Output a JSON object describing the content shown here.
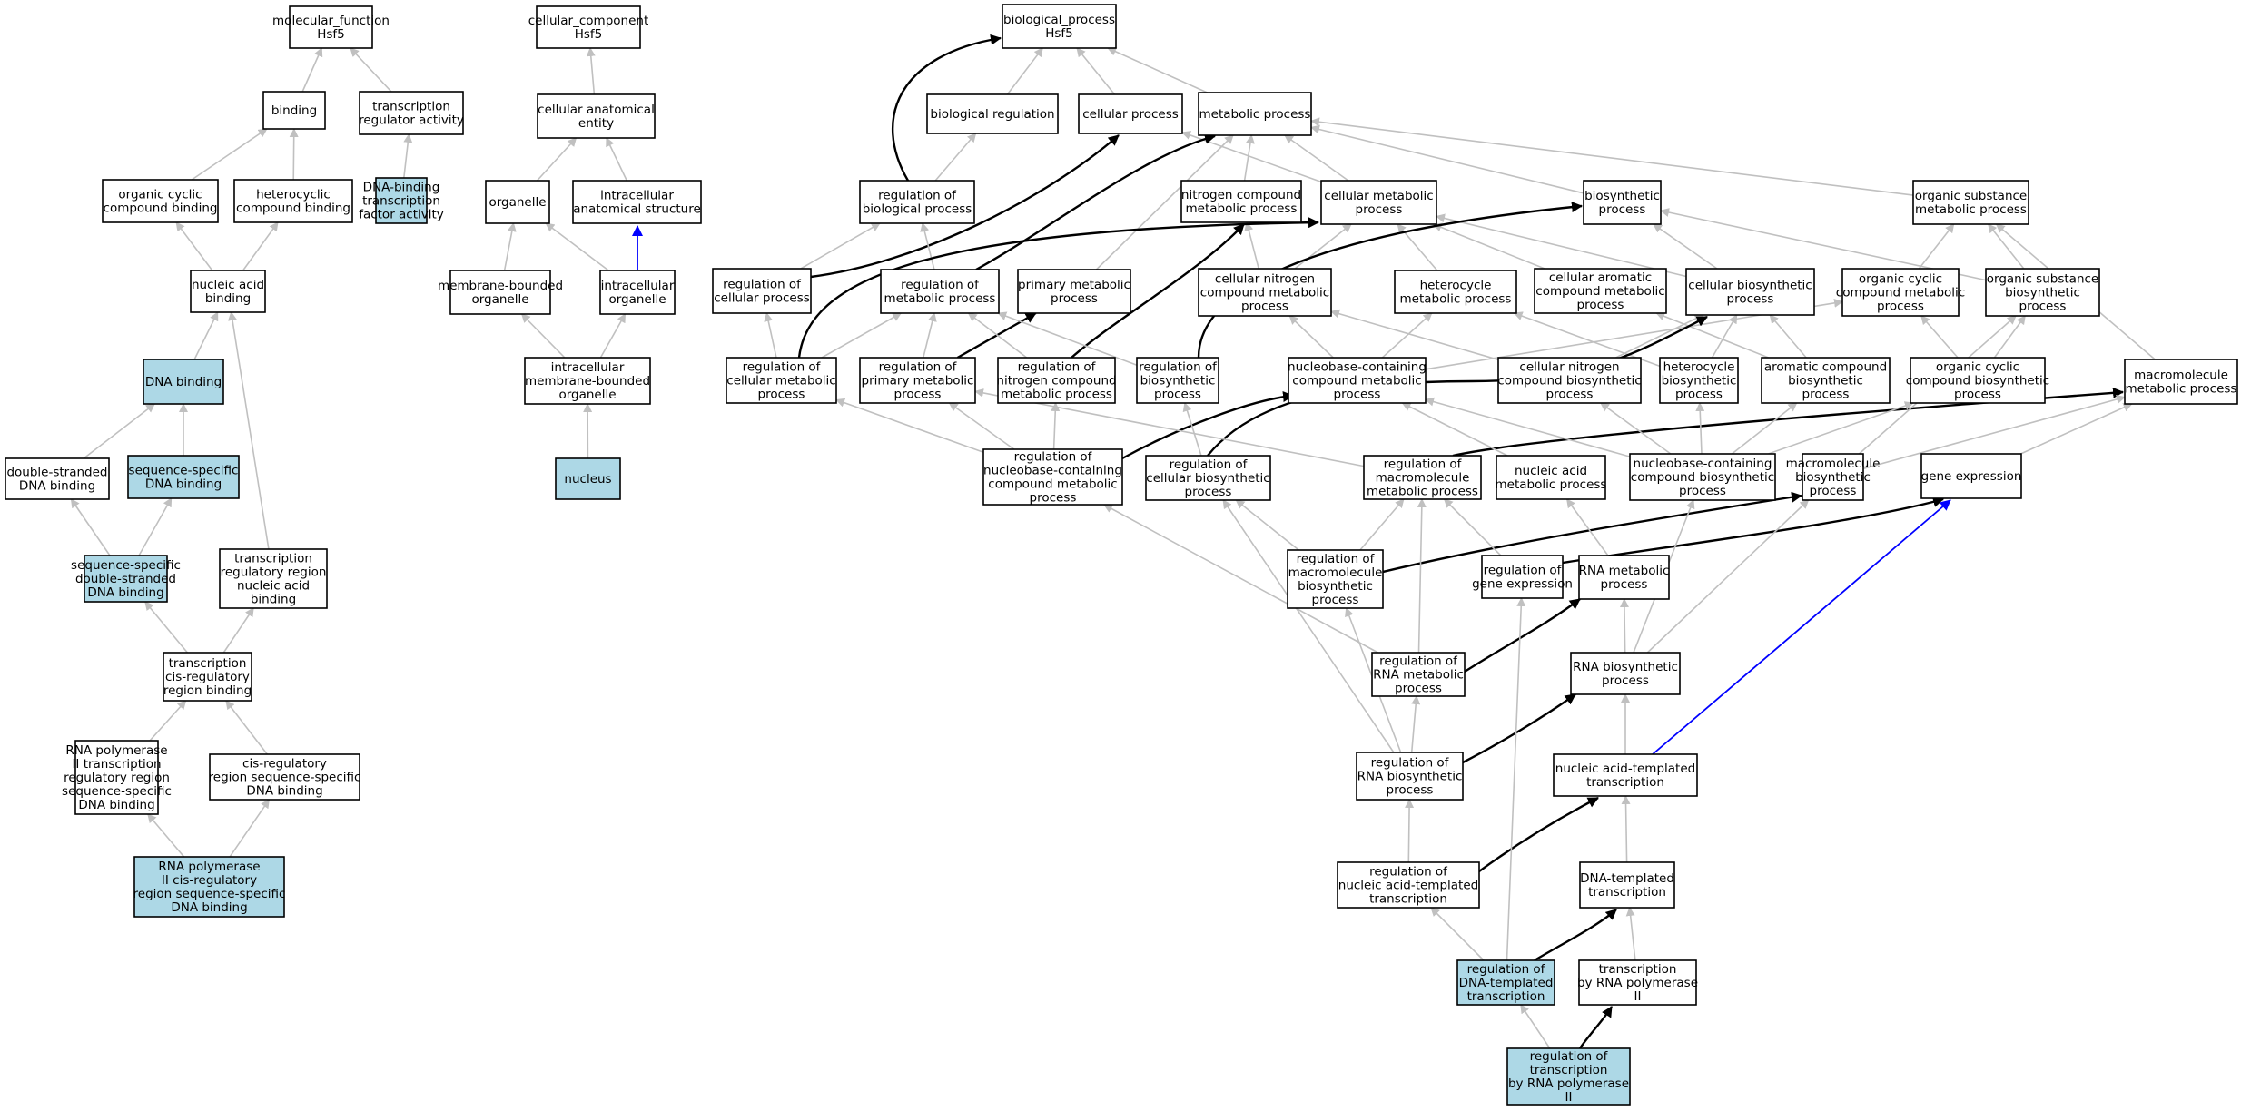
{
  "colors": {
    "highlight_fill": "#add8e6",
    "node_fill": "#ffffff",
    "edge_grey": "#c0c0c0",
    "edge_black": "#000000",
    "edge_blue": "#0000ff"
  },
  "nodes": [
    {
      "id": "mf",
      "lines": [
        "molecular_function",
        "Hsf5"
      ],
      "highlight": false
    },
    {
      "id": "binding",
      "lines": [
        "binding"
      ],
      "highlight": false
    },
    {
      "id": "tra",
      "lines": [
        "transcription",
        "regulator activity"
      ],
      "highlight": false
    },
    {
      "id": "dbtfa",
      "lines": [
        "DNA-binding",
        "transcription",
        "factor activity"
      ],
      "highlight": true
    },
    {
      "id": "ocb",
      "lines": [
        "organic cyclic",
        "compound binding"
      ],
      "highlight": false
    },
    {
      "id": "hcb",
      "lines": [
        "heterocyclic",
        "compound binding"
      ],
      "highlight": false
    },
    {
      "id": "nab",
      "lines": [
        "nucleic acid",
        "binding"
      ],
      "highlight": false
    },
    {
      "id": "dnab",
      "lines": [
        "DNA binding"
      ],
      "highlight": true
    },
    {
      "id": "dsdb",
      "lines": [
        "double-stranded",
        "DNA binding"
      ],
      "highlight": false
    },
    {
      "id": "ssdb",
      "lines": [
        "sequence-specific",
        "DNA binding"
      ],
      "highlight": true
    },
    {
      "id": "ssdsdb",
      "lines": [
        "sequence-specific",
        "double-stranded",
        "DNA binding"
      ],
      "highlight": true
    },
    {
      "id": "trrnab",
      "lines": [
        "transcription",
        "regulatory region",
        "nucleic acid",
        "binding"
      ],
      "highlight": false
    },
    {
      "id": "tcrb",
      "lines": [
        "transcription",
        "cis-regulatory",
        "region binding"
      ],
      "highlight": false
    },
    {
      "id": "rp2trr",
      "lines": [
        "RNA polymerase",
        "II transcription",
        "regulatory region",
        "sequence-specific",
        "DNA binding"
      ],
      "highlight": false
    },
    {
      "id": "crrss",
      "lines": [
        "cis-regulatory",
        "region sequence-specific",
        "DNA binding"
      ],
      "highlight": false
    },
    {
      "id": "rp2cr",
      "lines": [
        "RNA polymerase",
        "II cis-regulatory",
        "region sequence-specific",
        "DNA binding"
      ],
      "highlight": true
    },
    {
      "id": "cc",
      "lines": [
        "cellular_component",
        "Hsf5"
      ],
      "highlight": false
    },
    {
      "id": "cae",
      "lines": [
        "cellular anatomical",
        "entity"
      ],
      "highlight": false
    },
    {
      "id": "organelle",
      "lines": [
        "organelle"
      ],
      "highlight": false
    },
    {
      "id": "ias",
      "lines": [
        "intracellular",
        "anatomical structure"
      ],
      "highlight": false
    },
    {
      "id": "mbo",
      "lines": [
        "membrane-bounded",
        "organelle"
      ],
      "highlight": false
    },
    {
      "id": "io",
      "lines": [
        "intracellular",
        "organelle"
      ],
      "highlight": false
    },
    {
      "id": "imbo",
      "lines": [
        "intracellular",
        "membrane-bounded",
        "organelle"
      ],
      "highlight": false
    },
    {
      "id": "nucleus",
      "lines": [
        "nucleus"
      ],
      "highlight": true
    },
    {
      "id": "bp",
      "lines": [
        "biological_process",
        "Hsf5"
      ],
      "highlight": false
    },
    {
      "id": "breg",
      "lines": [
        "biological regulation"
      ],
      "highlight": false
    },
    {
      "id": "cp",
      "lines": [
        "cellular process"
      ],
      "highlight": false
    },
    {
      "id": "mp",
      "lines": [
        "metabolic process"
      ],
      "highlight": false
    },
    {
      "id": "rbp",
      "lines": [
        "regulation of",
        "biological process"
      ],
      "highlight": false
    },
    {
      "id": "ncmp",
      "lines": [
        "nitrogen compound",
        "metabolic process"
      ],
      "highlight": false
    },
    {
      "id": "cmp",
      "lines": [
        "cellular metabolic",
        "process"
      ],
      "highlight": false
    },
    {
      "id": "biosp",
      "lines": [
        "biosynthetic",
        "process"
      ],
      "highlight": false
    },
    {
      "id": "osmp",
      "lines": [
        "organic substance",
        "metabolic process"
      ],
      "highlight": false
    },
    {
      "id": "rcp",
      "lines": [
        "regulation of",
        "cellular process"
      ],
      "highlight": false
    },
    {
      "id": "rmp",
      "lines": [
        "regulation of",
        "metabolic process"
      ],
      "highlight": false
    },
    {
      "id": "pmp",
      "lines": [
        "primary metabolic",
        "process"
      ],
      "highlight": false
    },
    {
      "id": "cncmp",
      "lines": [
        "cellular nitrogen",
        "compound metabolic",
        "process"
      ],
      "highlight": false
    },
    {
      "id": "hmp",
      "lines": [
        "heterocycle",
        "metabolic process"
      ],
      "highlight": false
    },
    {
      "id": "cacmp",
      "lines": [
        "cellular aromatic",
        "compound metabolic",
        "process"
      ],
      "highlight": false
    },
    {
      "id": "cbp",
      "lines": [
        "cellular biosynthetic",
        "process"
      ],
      "highlight": false
    },
    {
      "id": "occmp",
      "lines": [
        "organic cyclic",
        "compound metabolic",
        "process"
      ],
      "highlight": false
    },
    {
      "id": "osbp",
      "lines": [
        "organic substance",
        "biosynthetic",
        "process"
      ],
      "highlight": false
    },
    {
      "id": "rcmp",
      "lines": [
        "regulation of",
        "cellular metabolic",
        "process"
      ],
      "highlight": false
    },
    {
      "id": "rpmp",
      "lines": [
        "regulation of",
        "primary metabolic",
        "process"
      ],
      "highlight": false
    },
    {
      "id": "rncmp",
      "lines": [
        "regulation of",
        "nitrogen compound",
        "metabolic process"
      ],
      "highlight": false
    },
    {
      "id": "rbiop",
      "lines": [
        "regulation of",
        "biosynthetic",
        "process"
      ],
      "highlight": false
    },
    {
      "id": "nbcmp",
      "lines": [
        "nucleobase-containing",
        "compound metabolic",
        "process"
      ],
      "highlight": false
    },
    {
      "id": "cncbp",
      "lines": [
        "cellular nitrogen",
        "compound biosynthetic",
        "process"
      ],
      "highlight": false
    },
    {
      "id": "hbp",
      "lines": [
        "heterocycle",
        "biosynthetic",
        "process"
      ],
      "highlight": false
    },
    {
      "id": "acbp",
      "lines": [
        "aromatic compound",
        "biosynthetic",
        "process"
      ],
      "highlight": false
    },
    {
      "id": "occbp",
      "lines": [
        "organic cyclic",
        "compound biosynthetic",
        "process"
      ],
      "highlight": false
    },
    {
      "id": "mmp",
      "lines": [
        "macromolecule",
        "metabolic process"
      ],
      "highlight": false
    },
    {
      "id": "rnbcmp",
      "lines": [
        "regulation of",
        "nucleobase-containing",
        "compound metabolic",
        "process"
      ],
      "highlight": false
    },
    {
      "id": "rcbp",
      "lines": [
        "regulation of",
        "cellular biosynthetic",
        "process"
      ],
      "highlight": false
    },
    {
      "id": "rmmp",
      "lines": [
        "regulation of",
        "macromolecule",
        "metabolic process"
      ],
      "highlight": false
    },
    {
      "id": "namp",
      "lines": [
        "nucleic acid",
        "metabolic process"
      ],
      "highlight": false
    },
    {
      "id": "nbcbp",
      "lines": [
        "nucleobase-containing",
        "compound biosynthetic",
        "process"
      ],
      "highlight": false
    },
    {
      "id": "mbp",
      "lines": [
        "macromolecule",
        "biosynthetic",
        "process"
      ],
      "highlight": false
    },
    {
      "id": "ge",
      "lines": [
        "gene expression"
      ],
      "highlight": false
    },
    {
      "id": "rmbp",
      "lines": [
        "regulation of",
        "macromolecule",
        "biosynthetic",
        "process"
      ],
      "highlight": false
    },
    {
      "id": "rge",
      "lines": [
        "regulation of",
        "gene expression"
      ],
      "highlight": false
    },
    {
      "id": "rnamp",
      "lines": [
        "RNA metabolic",
        "process"
      ],
      "highlight": false
    },
    {
      "id": "rrnamp",
      "lines": [
        "regulation of",
        "RNA metabolic",
        "process"
      ],
      "highlight": false
    },
    {
      "id": "rnabp",
      "lines": [
        "RNA biosynthetic",
        "process"
      ],
      "highlight": false
    },
    {
      "id": "rrnabp",
      "lines": [
        "regulation of",
        "RNA biosynthetic",
        "process"
      ],
      "highlight": false
    },
    {
      "id": "natt",
      "lines": [
        "nucleic acid-templated",
        "transcription"
      ],
      "highlight": false
    },
    {
      "id": "rnatt",
      "lines": [
        "regulation of",
        "nucleic acid-templated",
        "transcription"
      ],
      "highlight": false
    },
    {
      "id": "dtt",
      "lines": [
        "DNA-templated",
        "transcription"
      ],
      "highlight": false
    },
    {
      "id": "rdtt",
      "lines": [
        "regulation of",
        "DNA-templated",
        "transcription"
      ],
      "highlight": true
    },
    {
      "id": "trp2",
      "lines": [
        "transcription",
        "by RNA polymerase",
        "II"
      ],
      "highlight": false
    },
    {
      "id": "rtrp2",
      "lines": [
        "regulation of",
        "transcription",
        "by RNA polymerase",
        "II"
      ],
      "highlight": true
    }
  ],
  "edges": [
    {
      "from": "binding",
      "to": "mf",
      "type": "is_a"
    },
    {
      "from": "tra",
      "to": "mf",
      "type": "is_a"
    },
    {
      "from": "dbtfa",
      "to": "tra",
      "type": "is_a"
    },
    {
      "from": "ocb",
      "to": "binding",
      "type": "is_a"
    },
    {
      "from": "hcb",
      "to": "binding",
      "type": "is_a"
    },
    {
      "from": "nab",
      "to": "ocb",
      "type": "is_a"
    },
    {
      "from": "nab",
      "to": "hcb",
      "type": "is_a"
    },
    {
      "from": "dnab",
      "to": "nab",
      "type": "is_a"
    },
    {
      "from": "dsdb",
      "to": "dnab",
      "type": "is_a"
    },
    {
      "from": "ssdb",
      "to": "dnab",
      "type": "is_a"
    },
    {
      "from": "ssdsdb",
      "to": "dsdb",
      "type": "is_a"
    },
    {
      "from": "ssdsdb",
      "to": "ssdb",
      "type": "is_a"
    },
    {
      "from": "trrnab",
      "to": "nab",
      "type": "is_a"
    },
    {
      "from": "tcrb",
      "to": "ssdsdb",
      "type": "is_a"
    },
    {
      "from": "tcrb",
      "to": "trrnab",
      "type": "is_a"
    },
    {
      "from": "rp2trr",
      "to": "tcrb",
      "type": "is_a"
    },
    {
      "from": "crrss",
      "to": "tcrb",
      "type": "is_a"
    },
    {
      "from": "rp2cr",
      "to": "rp2trr",
      "type": "is_a"
    },
    {
      "from": "rp2cr",
      "to": "crrss",
      "type": "is_a"
    },
    {
      "from": "cae",
      "to": "cc",
      "type": "is_a"
    },
    {
      "from": "organelle",
      "to": "cae",
      "type": "is_a"
    },
    {
      "from": "ias",
      "to": "cae",
      "type": "is_a"
    },
    {
      "from": "mbo",
      "to": "organelle",
      "type": "is_a"
    },
    {
      "from": "io",
      "to": "organelle",
      "type": "is_a"
    },
    {
      "from": "io",
      "to": "ias",
      "type": "part_of"
    },
    {
      "from": "imbo",
      "to": "mbo",
      "type": "is_a"
    },
    {
      "from": "imbo",
      "to": "io",
      "type": "is_a"
    },
    {
      "from": "nucleus",
      "to": "imbo",
      "type": "is_a"
    },
    {
      "from": "breg",
      "to": "bp",
      "type": "is_a"
    },
    {
      "from": "cp",
      "to": "bp",
      "type": "is_a"
    },
    {
      "from": "mp",
      "to": "bp",
      "type": "is_a"
    },
    {
      "from": "rbp",
      "to": "bp",
      "type": "regulates"
    },
    {
      "from": "rbp",
      "to": "breg",
      "type": "is_a"
    },
    {
      "from": "ncmp",
      "to": "mp",
      "type": "is_a"
    },
    {
      "from": "cmp",
      "to": "cp",
      "type": "is_a"
    },
    {
      "from": "cmp",
      "to": "mp",
      "type": "is_a"
    },
    {
      "from": "biosp",
      "to": "mp",
      "type": "is_a"
    },
    {
      "from": "osmp",
      "to": "mp",
      "type": "is_a"
    },
    {
      "from": "rcp",
      "to": "rbp",
      "type": "is_a"
    },
    {
      "from": "rcp",
      "to": "cp",
      "type": "regulates"
    },
    {
      "from": "rmp",
      "to": "rbp",
      "type": "is_a"
    },
    {
      "from": "rmp",
      "to": "mp",
      "type": "regulates"
    },
    {
      "from": "pmp",
      "to": "mp",
      "type": "is_a"
    },
    {
      "from": "cncmp",
      "to": "ncmp",
      "type": "is_a"
    },
    {
      "from": "cncmp",
      "to": "cmp",
      "type": "is_a"
    },
    {
      "from": "hmp",
      "to": "cmp",
      "type": "is_a"
    },
    {
      "from": "cacmp",
      "to": "cmp",
      "type": "is_a"
    },
    {
      "from": "cbp",
      "to": "cmp",
      "type": "is_a"
    },
    {
      "from": "cbp",
      "to": "biosp",
      "type": "is_a"
    },
    {
      "from": "occmp",
      "to": "osmp",
      "type": "is_a"
    },
    {
      "from": "osbp",
      "to": "osmp",
      "type": "is_a"
    },
    {
      "from": "osbp",
      "to": "biosp",
      "type": "is_a"
    },
    {
      "from": "rcmp",
      "to": "rcp",
      "type": "is_a"
    },
    {
      "from": "rcmp",
      "to": "rmp",
      "type": "is_a"
    },
    {
      "from": "rcmp",
      "to": "cmp",
      "type": "regulates"
    },
    {
      "from": "rpmp",
      "to": "rmp",
      "type": "is_a"
    },
    {
      "from": "rpmp",
      "to": "pmp",
      "type": "regulates"
    },
    {
      "from": "rncmp",
      "to": "rmp",
      "type": "is_a"
    },
    {
      "from": "rncmp",
      "to": "ncmp",
      "type": "regulates"
    },
    {
      "from": "rbiop",
      "to": "rmp",
      "type": "is_a"
    },
    {
      "from": "rbiop",
      "to": "biosp",
      "type": "regulates"
    },
    {
      "from": "nbcmp",
      "to": "cncmp",
      "type": "is_a"
    },
    {
      "from": "nbcmp",
      "to": "hmp",
      "type": "is_a"
    },
    {
      "from": "nbcmp",
      "to": "occmp",
      "type": "is_a"
    },
    {
      "from": "cncbp",
      "to": "cncmp",
      "type": "is_a"
    },
    {
      "from": "cncbp",
      "to": "cbp",
      "type": "is_a"
    },
    {
      "from": "hbp",
      "to": "hmp",
      "type": "is_a"
    },
    {
      "from": "hbp",
      "to": "cbp",
      "type": "is_a"
    },
    {
      "from": "acbp",
      "to": "cacmp",
      "type": "is_a"
    },
    {
      "from": "acbp",
      "to": "cbp",
      "type": "is_a"
    },
    {
      "from": "occbp",
      "to": "occmp",
      "type": "is_a"
    },
    {
      "from": "occbp",
      "to": "osbp",
      "type": "is_a"
    },
    {
      "from": "mmp",
      "to": "osmp",
      "type": "is_a"
    },
    {
      "from": "rnbcmp",
      "to": "rcmp",
      "type": "is_a"
    },
    {
      "from": "rnbcmp",
      "to": "rpmp",
      "type": "is_a"
    },
    {
      "from": "rnbcmp",
      "to": "rncmp",
      "type": "is_a"
    },
    {
      "from": "rnbcmp",
      "to": "nbcmp",
      "type": "regulates"
    },
    {
      "from": "rcbp",
      "to": "rbiop",
      "type": "is_a"
    },
    {
      "from": "rcbp",
      "to": "cbp",
      "type": "regulates"
    },
    {
      "from": "rmmp",
      "to": "rpmp",
      "type": "is_a"
    },
    {
      "from": "rmmp",
      "to": "mmp",
      "type": "regulates"
    },
    {
      "from": "namp",
      "to": "nbcmp",
      "type": "is_a"
    },
    {
      "from": "nbcbp",
      "to": "nbcmp",
      "type": "is_a"
    },
    {
      "from": "nbcbp",
      "to": "cncbp",
      "type": "is_a"
    },
    {
      "from": "nbcbp",
      "to": "hbp",
      "type": "is_a"
    },
    {
      "from": "nbcbp",
      "to": "acbp",
      "type": "is_a"
    },
    {
      "from": "nbcbp",
      "to": "occbp",
      "type": "is_a"
    },
    {
      "from": "mbp",
      "to": "osbp",
      "type": "is_a"
    },
    {
      "from": "mbp",
      "to": "mmp",
      "type": "is_a"
    },
    {
      "from": "ge",
      "to": "mmp",
      "type": "is_a"
    },
    {
      "from": "rmbp",
      "to": "rcbp",
      "type": "is_a"
    },
    {
      "from": "rmbp",
      "to": "rmmp",
      "type": "is_a"
    },
    {
      "from": "rmbp",
      "to": "mbp",
      "type": "regulates"
    },
    {
      "from": "rge",
      "to": "rmmp",
      "type": "is_a"
    },
    {
      "from": "rge",
      "to": "ge",
      "type": "regulates"
    },
    {
      "from": "rnamp",
      "to": "namp",
      "type": "is_a"
    },
    {
      "from": "rrnamp",
      "to": "rnbcmp",
      "type": "is_a"
    },
    {
      "from": "rrnamp",
      "to": "rmmp",
      "type": "is_a"
    },
    {
      "from": "rrnamp",
      "to": "rnamp",
      "type": "regulates"
    },
    {
      "from": "rnabp",
      "to": "rnamp",
      "type": "is_a"
    },
    {
      "from": "rnabp",
      "to": "nbcbp",
      "type": "is_a"
    },
    {
      "from": "rnabp",
      "to": "mbp",
      "type": "is_a"
    },
    {
      "from": "rrnabp",
      "to": "rrnamp",
      "type": "is_a"
    },
    {
      "from": "rrnabp",
      "to": "rmbp",
      "type": "is_a"
    },
    {
      "from": "rrnabp",
      "to": "rcbp",
      "type": "is_a"
    },
    {
      "from": "rrnabp",
      "to": "rnabp",
      "type": "regulates"
    },
    {
      "from": "natt",
      "to": "rnabp",
      "type": "is_a"
    },
    {
      "from": "natt",
      "to": "ge",
      "type": "part_of"
    },
    {
      "from": "rnatt",
      "to": "rrnabp",
      "type": "is_a"
    },
    {
      "from": "rnatt",
      "to": "natt",
      "type": "regulates"
    },
    {
      "from": "dtt",
      "to": "natt",
      "type": "is_a"
    },
    {
      "from": "rdtt",
      "to": "rnatt",
      "type": "is_a"
    },
    {
      "from": "rdtt",
      "to": "rge",
      "type": "is_a"
    },
    {
      "from": "rdtt",
      "to": "dtt",
      "type": "regulates"
    },
    {
      "from": "trp2",
      "to": "dtt",
      "type": "is_a"
    },
    {
      "from": "rtrp2",
      "to": "rdtt",
      "type": "is_a"
    },
    {
      "from": "rtrp2",
      "to": "trp2",
      "type": "regulates"
    }
  ]
}
